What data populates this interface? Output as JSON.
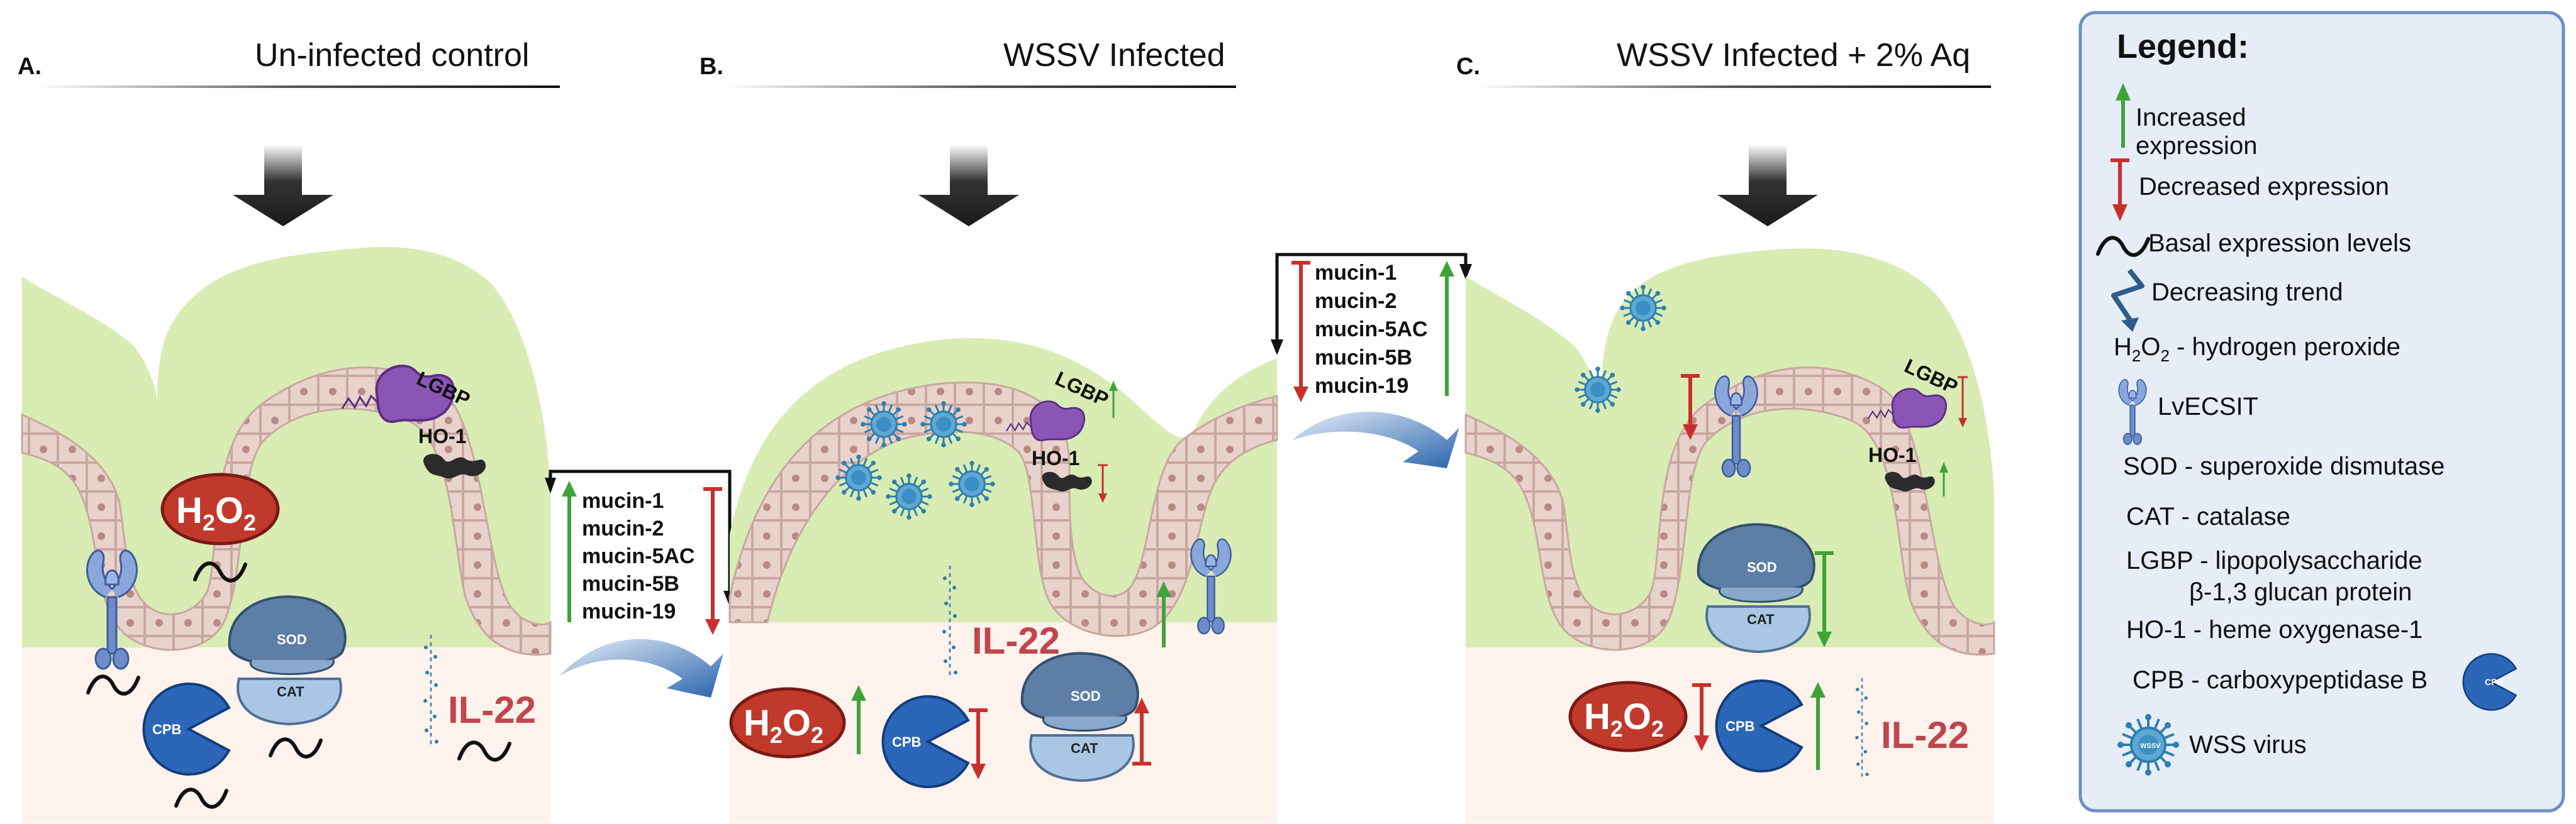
{
  "panels": [
    {
      "letter": "A.",
      "title": "Un-infected control"
    },
    {
      "letter": "B.",
      "title": "WSSV Infected"
    },
    {
      "letter": "C.",
      "title": "WSSV Infected + 2% Aq"
    }
  ],
  "labels": {
    "lgbp": "LGBP",
    "ho1": "HO-1",
    "h2o2": "H2O2",
    "h2o2_main": "H",
    "h2o2_sub1": "2",
    "h2o2_o": "O",
    "h2o2_sub2": "2",
    "il22": "IL-22",
    "sod": "SOD",
    "cat": "CAT",
    "cpb": "CPB",
    "virus": "WSSV"
  },
  "mucins": [
    "mucin-1",
    "mucin-2",
    "mucin-5AC",
    "mucin-5B",
    "mucin-19"
  ],
  "legend": {
    "title": "Legend:",
    "items": [
      {
        "icon": "increase-arrow",
        "line1": "Increased",
        "line2": "expression"
      },
      {
        "icon": "decrease-arrow",
        "line1": "Decreased expression"
      },
      {
        "icon": "basal-squiggle",
        "line1": "Basal expression levels"
      },
      {
        "icon": "decreasing-trend",
        "line1": "Decreasing trend"
      },
      {
        "icon": "h2o2",
        "line1": " - hydrogen peroxide"
      },
      {
        "icon": "lvecsit",
        "line1": "LvECSIT"
      },
      {
        "icon": "none",
        "line1": "SOD - superoxide dismutase"
      },
      {
        "icon": "none",
        "line1": "CAT - catalase"
      },
      {
        "icon": "none",
        "line1": "LGBP - lipopolysaccharide",
        "line2": "β-1,3 glucan protein"
      },
      {
        "icon": "none",
        "line1": "HO-1 - heme oxygenase-1"
      },
      {
        "icon": "cpb",
        "line1": "CPB - carboxypeptidase B"
      },
      {
        "icon": "virus",
        "line1": "WSS virus"
      }
    ]
  },
  "colors": {
    "increase": "#3fa33a",
    "decrease": "#c8302e",
    "mucus": "#d8ecb4",
    "epithelium": "#e8d2cc",
    "lumen_bg": "#fdf2ec",
    "cpb": "#2c66b8",
    "h2o2": "#c0392b",
    "lgbp": "#8a55b5",
    "legend_bg": "#e6edf7",
    "legend_border": "#6e8fc4"
  }
}
